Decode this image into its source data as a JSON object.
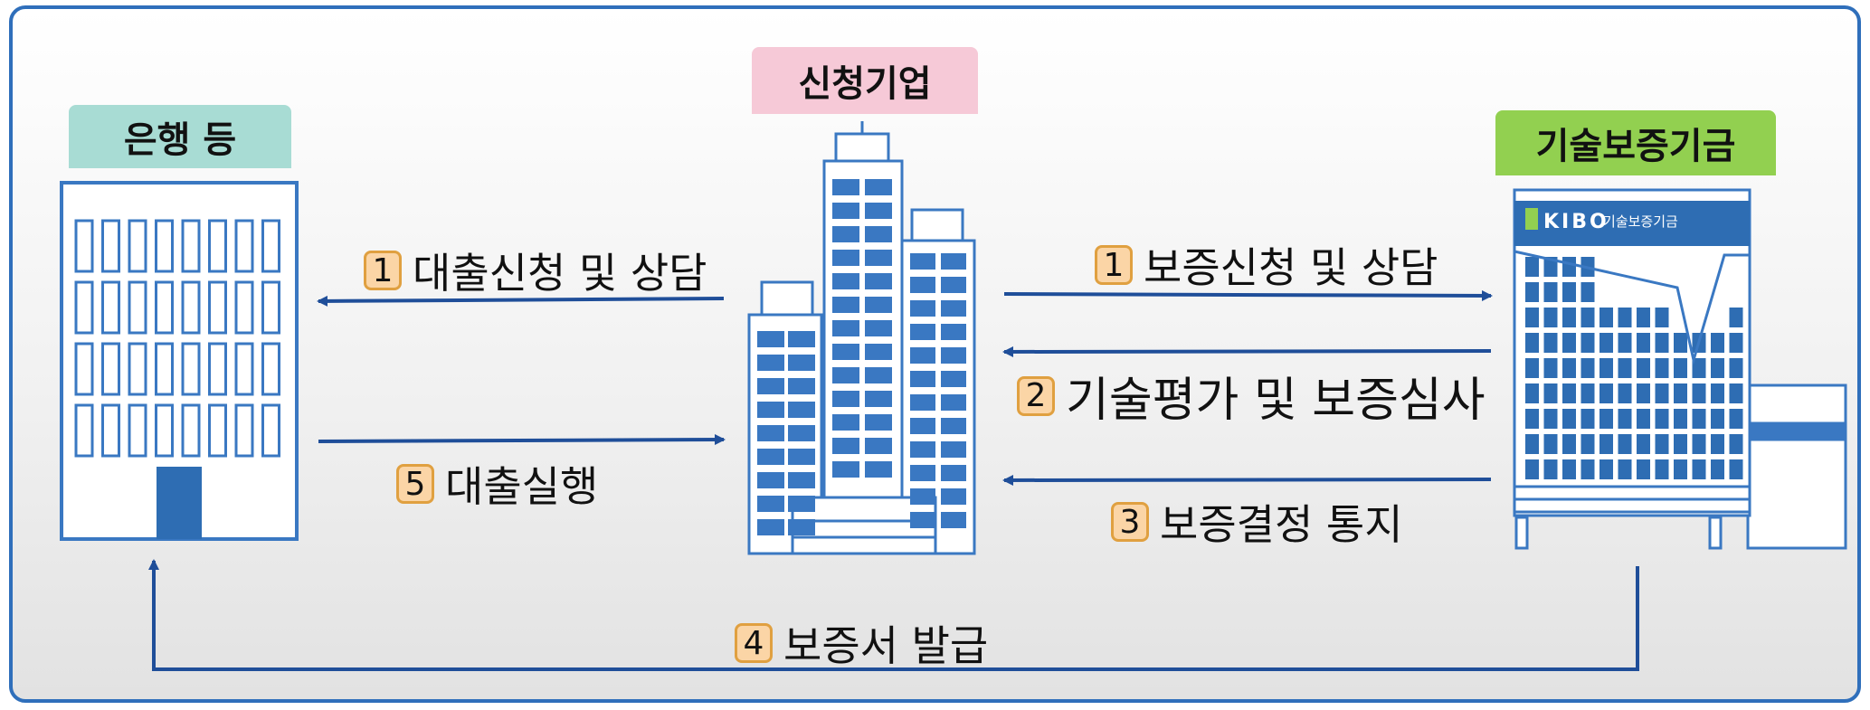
{
  "entities": {
    "bank": "은행 등",
    "company": "신청기업",
    "kibo": "기술보증기금"
  },
  "kibo_logo": {
    "brand": "KIBO",
    "text": "기술보증기금"
  },
  "steps": {
    "s1_bank": {
      "num": "1",
      "text": "대출신청 및 상담"
    },
    "s1_kibo": {
      "num": "1",
      "text": "보증신청 및 상담"
    },
    "s2": {
      "num": "2",
      "text": "기술평가 및 보증심사"
    },
    "s3": {
      "num": "3",
      "text": "보증결정 통지"
    },
    "s4": {
      "num": "4",
      "text": "보증서 발급"
    },
    "s5": {
      "num": "5",
      "text": "대출실행"
    }
  },
  "colors": {
    "frame": "#2f6fbb",
    "arrow": "#1f4e99",
    "building_line": "#3a78c2",
    "window_fill": "#3a78c2",
    "bank_tag": "#a8dcd4",
    "company_tag": "#f6c9d7",
    "kibo_tag": "#92d050",
    "number_box": "#fbd5a6"
  }
}
